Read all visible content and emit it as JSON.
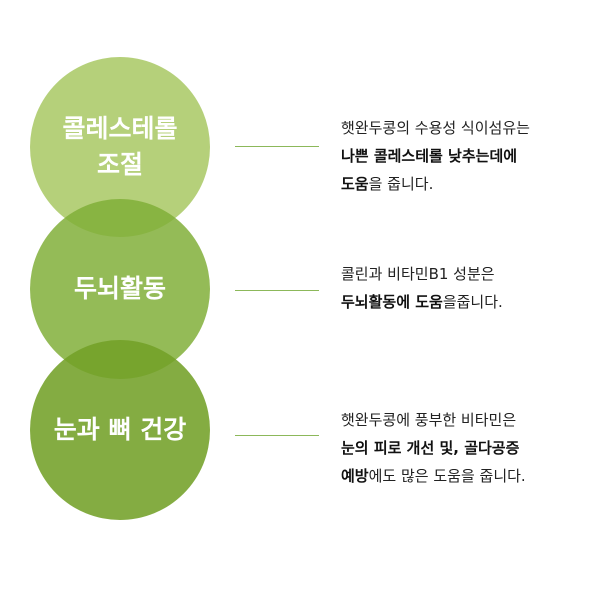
{
  "colors": {
    "circle_1": "#a0c355",
    "circle_2": "#80ae37",
    "circle_3": "#73a028",
    "connector": "#8cb85a"
  },
  "items": [
    {
      "title_lines": [
        "콜레스테롤",
        "조절"
      ],
      "desc": [
        [
          {
            "t": "햇완두콩의 수용성 식이섬유는",
            "bold": false
          }
        ],
        [
          {
            "t": "나쁜 콜레스테롤 낮추는데에",
            "bold": true
          }
        ],
        [
          {
            "t": "도움",
            "bold": true
          },
          {
            "t": "을 줍니다.",
            "bold": false
          }
        ]
      ]
    },
    {
      "title_lines": [
        "두뇌활동"
      ],
      "desc": [
        [
          {
            "t": "콜린과 비타민B1 성분은",
            "bold": false
          }
        ],
        [
          {
            "t": "두뇌활동에 도움",
            "bold": true
          },
          {
            "t": "을줍니다.",
            "bold": false
          }
        ]
      ]
    },
    {
      "title_lines": [
        "눈과 뼈 건강"
      ],
      "desc": [
        [
          {
            "t": "햇완두콩에 풍부한 비타민은",
            "bold": false
          }
        ],
        [
          {
            "t": "눈의 피로 개선 및, 골다공증",
            "bold": true
          }
        ],
        [
          {
            "t": "예방",
            "bold": true
          },
          {
            "t": "에도 많은 도움을 줍니다.",
            "bold": false
          }
        ]
      ]
    }
  ]
}
